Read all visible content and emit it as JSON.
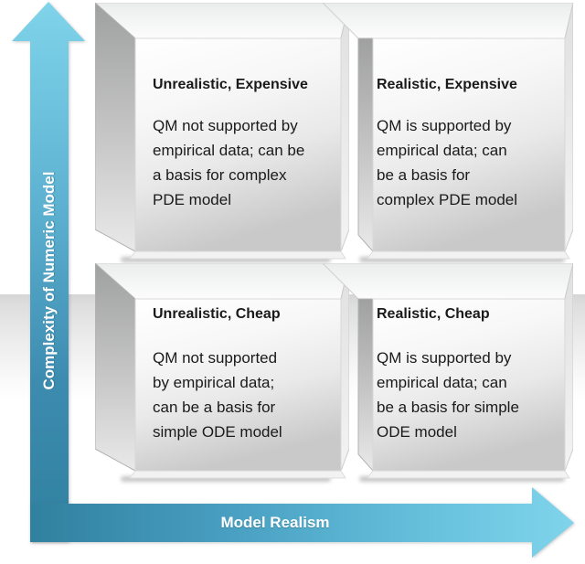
{
  "diagram": {
    "type": "2x2-quadrant-matrix",
    "y_axis_label": "Complexity of Numeric Model",
    "x_axis_label": "Model Realism",
    "colors": {
      "arrow_light": "#7fd4ea",
      "arrow_dark": "#30809f",
      "box_face_light": "#ffffff",
      "box_face_dark": "#c9c9c9",
      "band_gray": "#d6d6d6",
      "text": "#1a1a1a"
    },
    "quadrants": [
      {
        "position": "top-left",
        "title": "Unrealistic, Expensive",
        "body": "QM not supported by\nempirical data; can be\na basis for complex\nPDE model"
      },
      {
        "position": "top-right",
        "title": "Realistic, Expensive",
        "body": "QM is supported by\nempirical data; can\nbe a basis for\ncomplex PDE model"
      },
      {
        "position": "bottom-left",
        "title": "Unrealistic, Cheap",
        "body": "QM not supported\nby empirical data;\ncan be a basis for\nsimple ODE model"
      },
      {
        "position": "bottom-right",
        "title": "Realistic, Cheap",
        "body": "QM is supported by\nempirical data; can\nbe a basis for simple\nODE model"
      }
    ]
  }
}
